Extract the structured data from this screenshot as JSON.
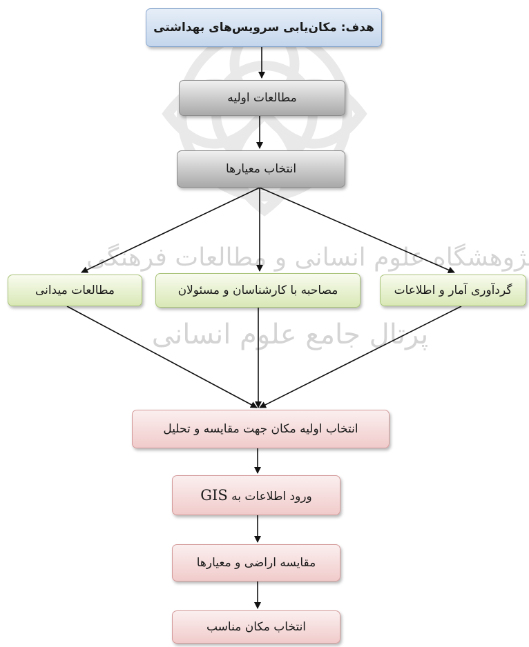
{
  "nodes": {
    "goal": "هدف: مکان‌یابی سرویس‌های بهداشتی",
    "initial_studies": "مطالعات اولیه",
    "criteria_selection": "انتخاب معیارها",
    "field_studies": "مطالعات میدانی",
    "interviews": "مصاحبه با کارشناسان و مسئولان",
    "data_collection": "گردآوری آمار و اطلاعات",
    "initial_site_selection": "انتخاب اولیه مکان جهت مقایسه و تحلیل",
    "gis_entry_prefix": "ورود اطلاعات به",
    "gis_entry_term": "GIS",
    "land_comparison": "مقایسه اراضی و معیارها",
    "final_selection": "انتخاب مکان مناسب"
  },
  "watermark": {
    "line1": "پژوهشگاه علوم انسانی و مطالعات فرهنگی",
    "line2": "پرتال جامع علوم انسانی"
  },
  "colors": {
    "goal": "#c4d6ec",
    "early_steps": "#b8b8b8",
    "data_sources": "#d9e8b6",
    "analysis_steps": "#f1cbcb",
    "arrow": "#111111"
  }
}
